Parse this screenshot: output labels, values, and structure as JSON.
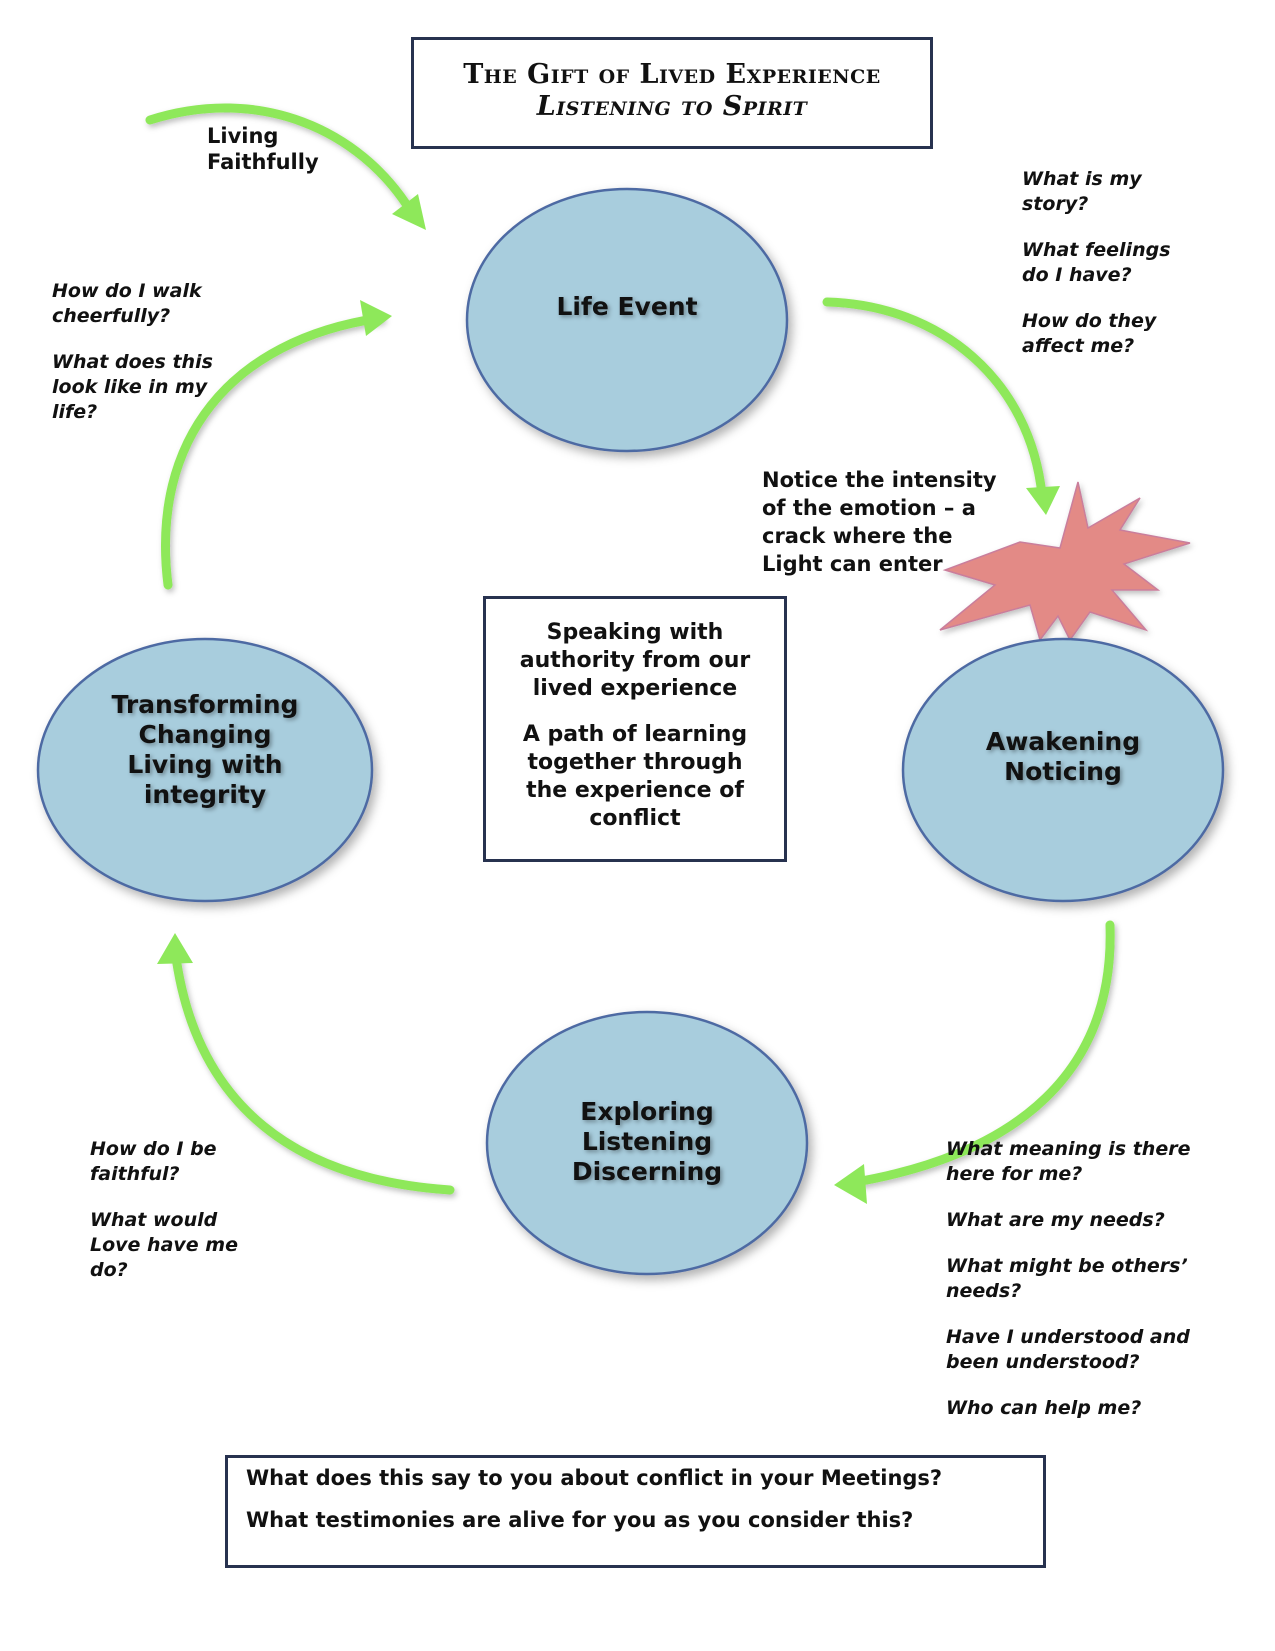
{
  "title": {
    "line1": "The Gift of Lived Experience",
    "line2": "Listening to Spirit"
  },
  "nodes": {
    "life_event": "Life Event",
    "awakening": [
      "Awakening",
      "Noticing"
    ],
    "exploring": [
      "Exploring",
      "Listening",
      "Discerning"
    ],
    "transforming": [
      "Transforming",
      "Changing",
      "Living with",
      "integrity"
    ]
  },
  "living_faithfully": [
    "Living",
    "Faithfully"
  ],
  "notice_text": [
    "Notice the intensity",
    "of the emotion – a",
    "crack where the",
    "Light can enter"
  ],
  "center_box": {
    "p1": [
      "Speaking with",
      "authority from our",
      "lived experience"
    ],
    "p2": [
      "A path of learning",
      "together through",
      "the experience of",
      "conflict"
    ]
  },
  "questions": {
    "top_right": [
      [
        "What is my",
        "story?"
      ],
      [
        "What feelings",
        "do I have?"
      ],
      [
        "How do they",
        "affect me?"
      ]
    ],
    "top_left": [
      [
        "How do I walk",
        "cheerfully?"
      ],
      [
        "What does this",
        "look like in my",
        "life?"
      ]
    ],
    "bottom_left": [
      [
        "How do I be",
        "faithful?"
      ],
      [
        "What would",
        "Love have me",
        "do?"
      ]
    ],
    "bottom_right": [
      [
        "What meaning is there",
        "here for me?"
      ],
      [
        "What are my needs?"
      ],
      [
        "What might be others’",
        "needs?"
      ],
      [
        "Have I understood and",
        "been understood?"
      ],
      [
        "Who can help me?"
      ]
    ]
  },
  "footer": {
    "q1": "What does this say to you about conflict in your Meetings?",
    "q2": "What testimonies are alive for you as you consider this?"
  },
  "colors": {
    "ellipse_fill": "#a8cddd",
    "ellipse_stroke": "#4e6aa3",
    "arrow": "#8ee85a",
    "starburst": "#e38a86",
    "box_border": "#27324f"
  }
}
